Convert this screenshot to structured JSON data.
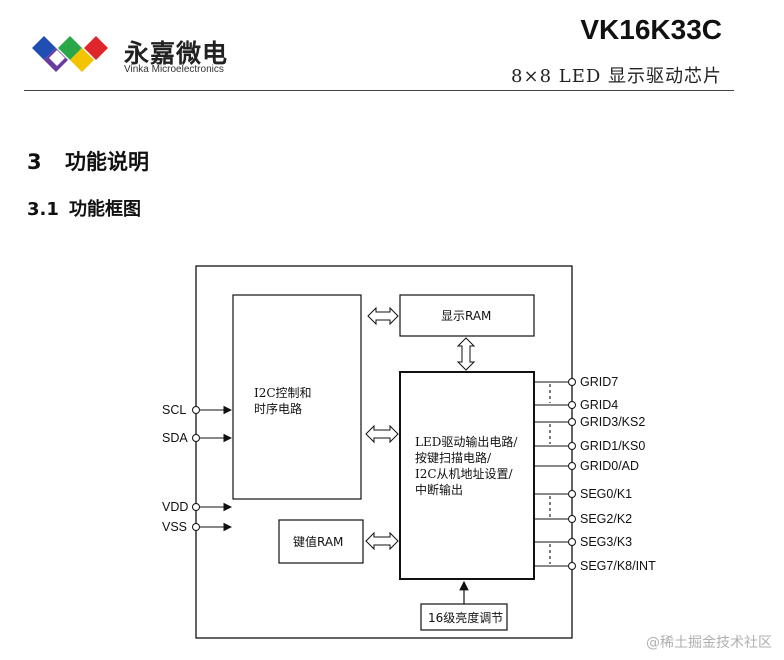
{
  "header": {
    "company_name": "永嘉微电",
    "company_name_en": "Vinka Microelectronics",
    "product_title": "VK16K33C",
    "product_subtitle": "8×8 LED 显示驱动芯片"
  },
  "sections": {
    "h1": {
      "number": "3",
      "title": "功能说明"
    },
    "h2": {
      "number": "3.1",
      "title": "功能框图"
    }
  },
  "diagram": {
    "i2c_block": [
      "I2C控制和",
      "时序电路"
    ],
    "display_ram": "显示RAM",
    "led_block": [
      "LED驱动输出电路/",
      "按键扫描电路/",
      "I2C从机地址设置/",
      "中断输出"
    ],
    "key_ram": "键值RAM",
    "brightness": "16级亮度调节",
    "left_pins": [
      "SCL",
      "SDA",
      "VDD",
      "VSS"
    ],
    "right_pins": [
      "GRID7",
      "GRID4",
      "GRID3/KS2",
      "GRID1/KS0",
      "GRID0/AD",
      "SEG0/K1",
      "SEG2/K2",
      "SEG3/K3",
      "SEG7/K8/INT"
    ]
  },
  "watermark": "@稀土掘金技术社区",
  "colors": {
    "logo_blue": "#1f4fb4",
    "logo_green": "#2aa748",
    "logo_red": "#e0262b",
    "logo_yellow": "#f5c400",
    "logo_purple": "#6a3aa3"
  }
}
